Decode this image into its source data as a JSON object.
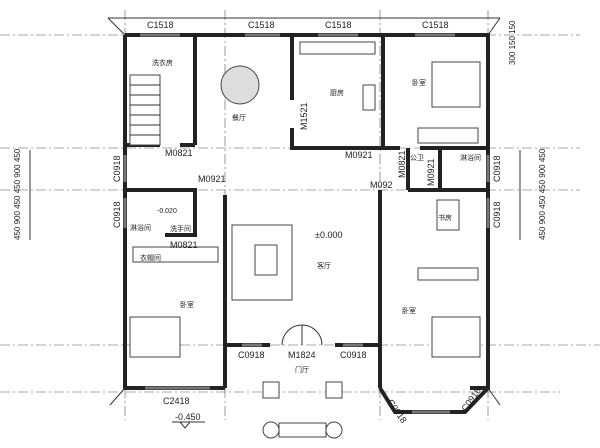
{
  "plan": {
    "windows": {
      "top1": "C1518",
      "top2": "C1518",
      "top3": "C1518",
      "top4": "C1518",
      "left1": "C0918",
      "left2": "C0918",
      "right1": "C0918",
      "right2": "C0918",
      "front_left": "C0918",
      "front_right": "C0918",
      "bottom_left": "C2418",
      "bay_left": "C0918",
      "bay_right": "C0918"
    },
    "doors": {
      "laundry": "M0821",
      "kitchen": "M1521",
      "bedroom_ne": "M0921",
      "bath_ne": "M0921",
      "bath_ne2": "M092",
      "bath_ne_v": "M0821",
      "hall_w": "M0921",
      "bath_w": "M0821",
      "entry": "M1824"
    },
    "rooms": {
      "laundry": "洗衣房",
      "dining": "餐厅",
      "kitchen": "厨房",
      "bedroom_ne": "卧室",
      "public_bath": "公卫",
      "shower_e": "淋浴间",
      "study": "书房",
      "living": "客厅",
      "foyer": "门厅",
      "cloakroom": "衣帽间",
      "bedroom_sw": "卧室",
      "bedroom_se": "卧室",
      "shower_w": "淋浴间",
      "wash_w": "洗手间"
    },
    "levels": {
      "floor": "±0.000",
      "bath": "-0.020",
      "outside": "-0.450"
    },
    "dimensions": {
      "left": "450 900 450 450 900 450",
      "right": "450 900 450 450 900 450",
      "top_right": "300 150 150"
    }
  }
}
